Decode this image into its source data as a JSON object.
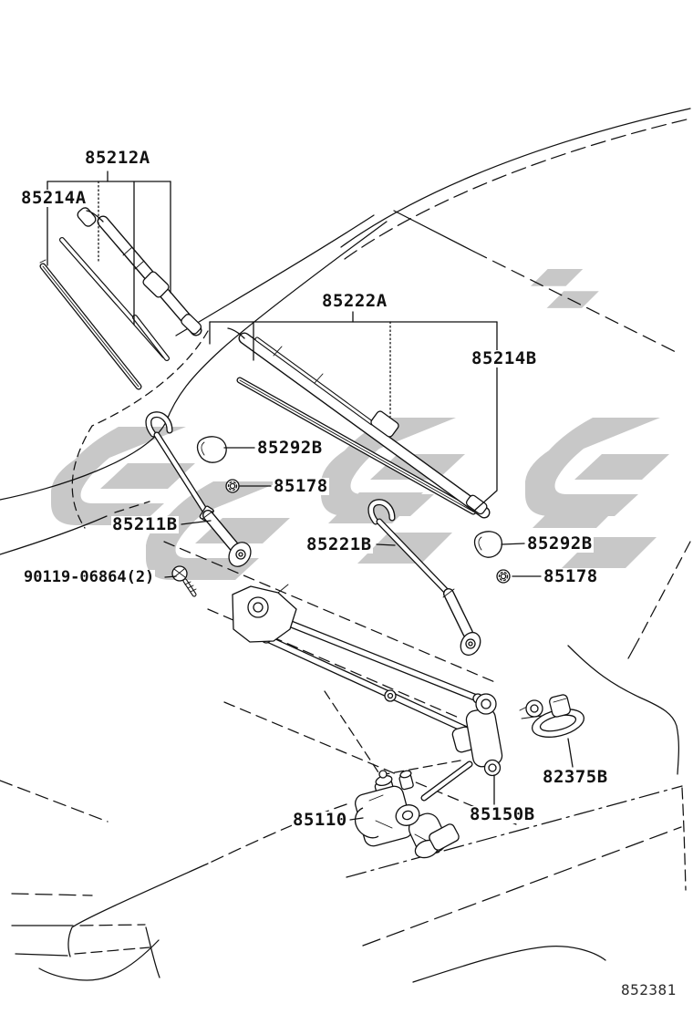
{
  "labels": {
    "l85212a": "85212A",
    "l85214a": "85214A",
    "l85222a": "85222A",
    "l85214b": "85214B",
    "l85292b_upper": "85292B",
    "l85178_upper": "85178",
    "l85211b": "85211B",
    "l85221b": "85221B",
    "l85292b_right": "85292B",
    "l85178_right": "85178",
    "l90119": "90119-06864(2)",
    "l82375b": "82375B",
    "l85150b": "85150B",
    "l85110": "85110"
  },
  "footer": {
    "diagram_number": "852381"
  },
  "colors": {
    "background": "#ffffff",
    "ink": "#111111",
    "watermark": "#c8c8c8"
  }
}
